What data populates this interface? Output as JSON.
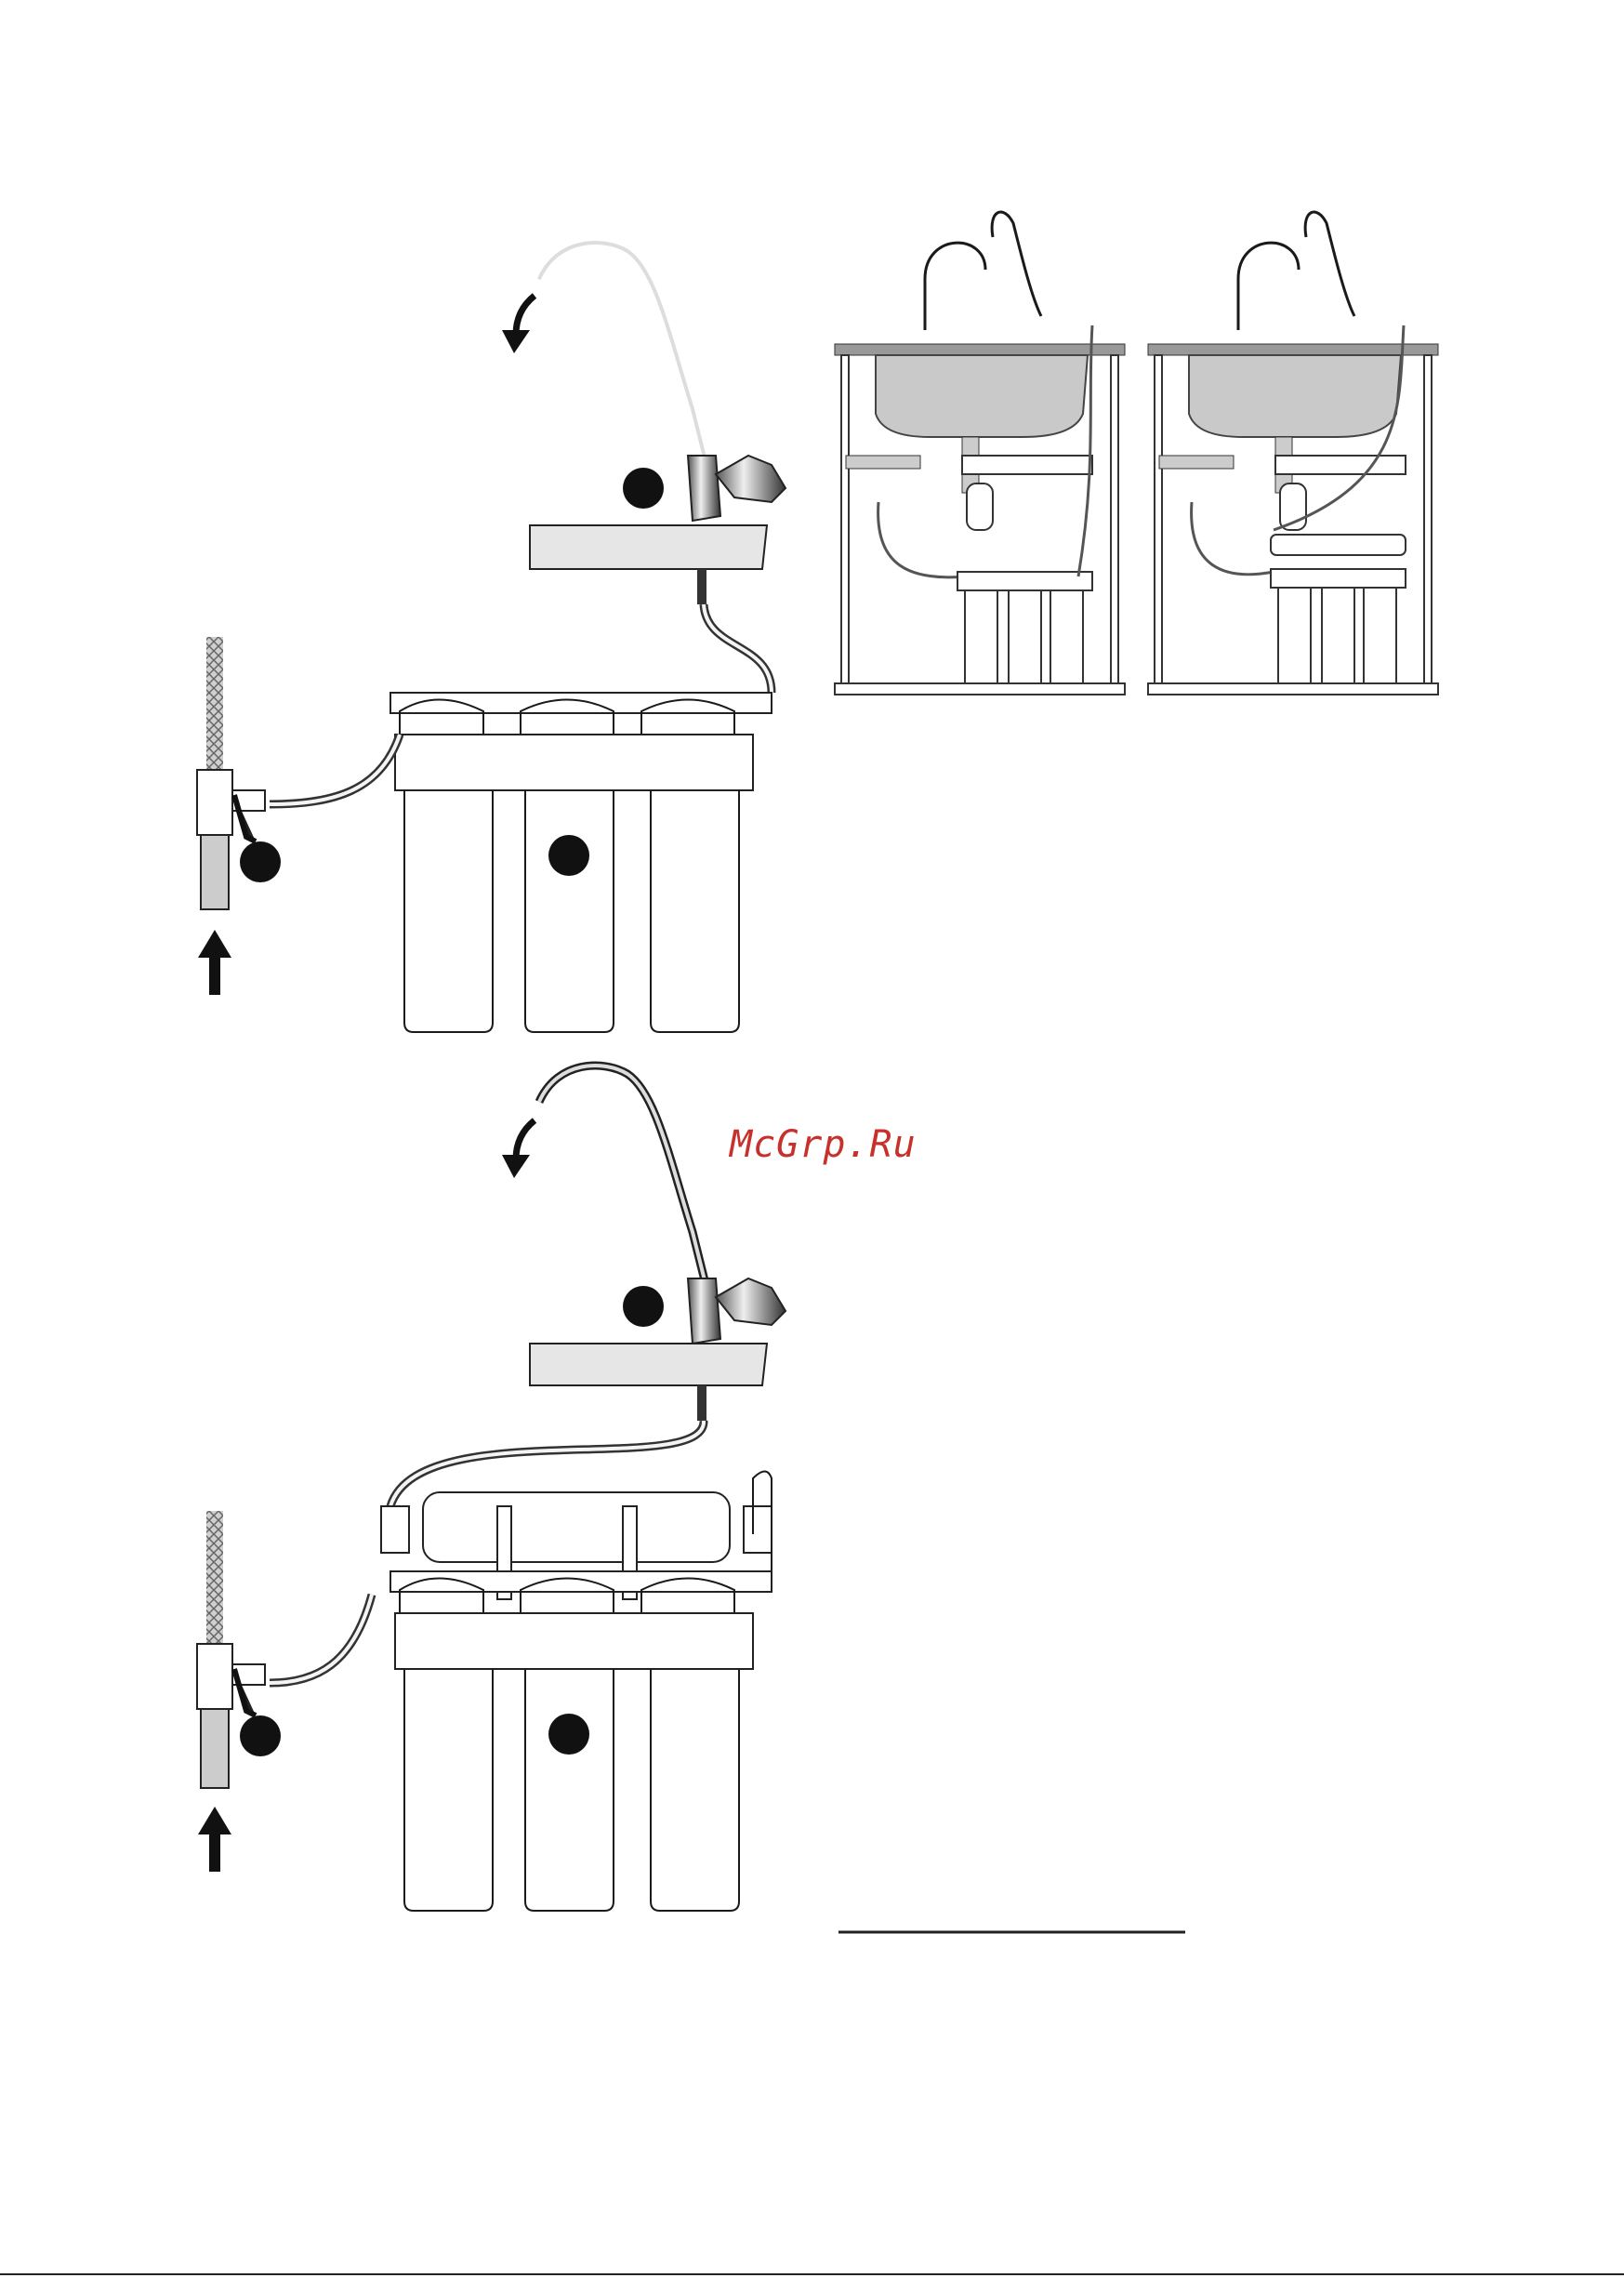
{
  "watermark": {
    "text": "McGrp.Ru",
    "color": "#c8302c"
  },
  "diagram": {
    "figure_top": {
      "circles": [
        "",
        "",
        ""
      ]
    },
    "figure_bottom": {
      "circles": [
        "",
        "",
        ""
      ]
    },
    "cabinets": [
      "sink-cabinet-a",
      "sink-cabinet-b"
    ]
  }
}
